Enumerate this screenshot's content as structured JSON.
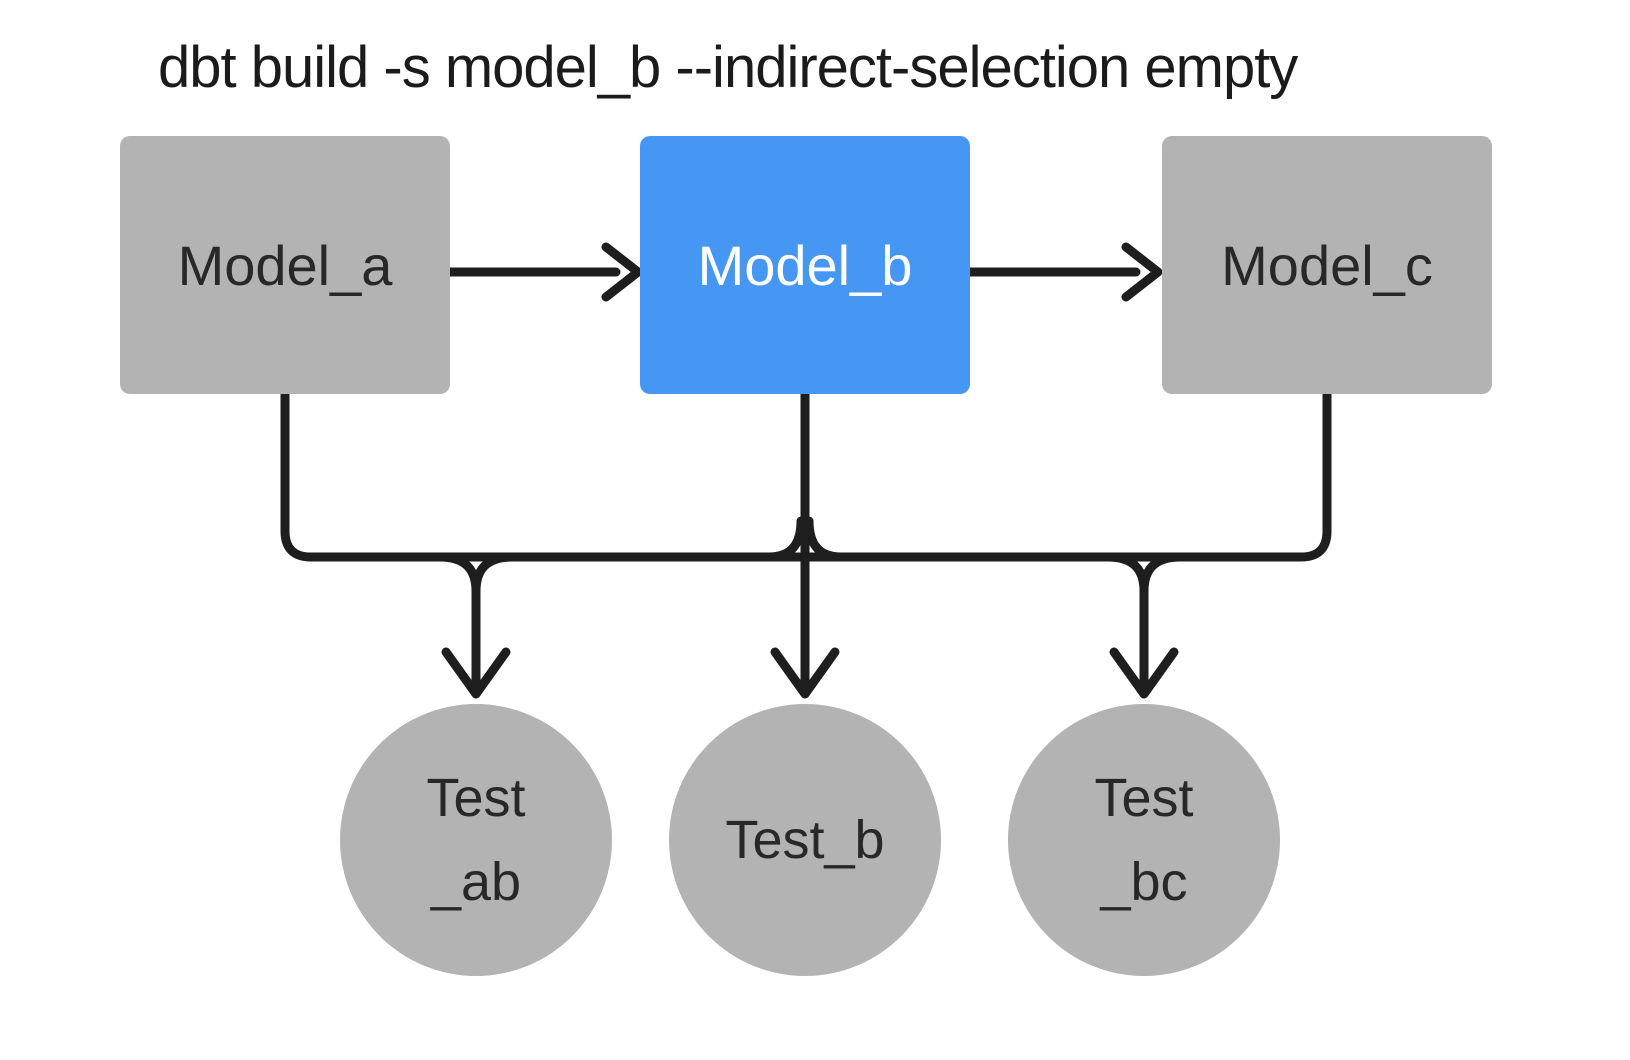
{
  "title": "dbt build -s model_b --indirect-selection empty",
  "colors": {
    "background": "#ffffff",
    "node_gray": "#b3b3b3",
    "node_selected_blue": "#4697f3",
    "edge_black": "#1e1e1e",
    "label_dark": "#282828",
    "label_on_blue": "#ffffff"
  },
  "nodes": {
    "models": [
      {
        "id": "model_a",
        "label": "Model_a",
        "selected": false
      },
      {
        "id": "model_b",
        "label": "Model_b",
        "selected": true
      },
      {
        "id": "model_c",
        "label": "Model_c",
        "selected": false
      }
    ],
    "tests": [
      {
        "id": "test_ab",
        "line1": "Test",
        "line2": "_ab"
      },
      {
        "id": "test_b",
        "line1": "Test_b",
        "line2": ""
      },
      {
        "id": "test_bc",
        "line1": "Test",
        "line2": "_bc"
      }
    ]
  },
  "edges": [
    {
      "from": "model_a",
      "to": "model_b"
    },
    {
      "from": "model_b",
      "to": "model_c"
    },
    {
      "from": "model_a",
      "to": "test_ab"
    },
    {
      "from": "model_b",
      "to": "test_ab"
    },
    {
      "from": "model_b",
      "to": "test_b"
    },
    {
      "from": "model_b",
      "to": "test_bc"
    },
    {
      "from": "model_c",
      "to": "test_bc"
    }
  ]
}
